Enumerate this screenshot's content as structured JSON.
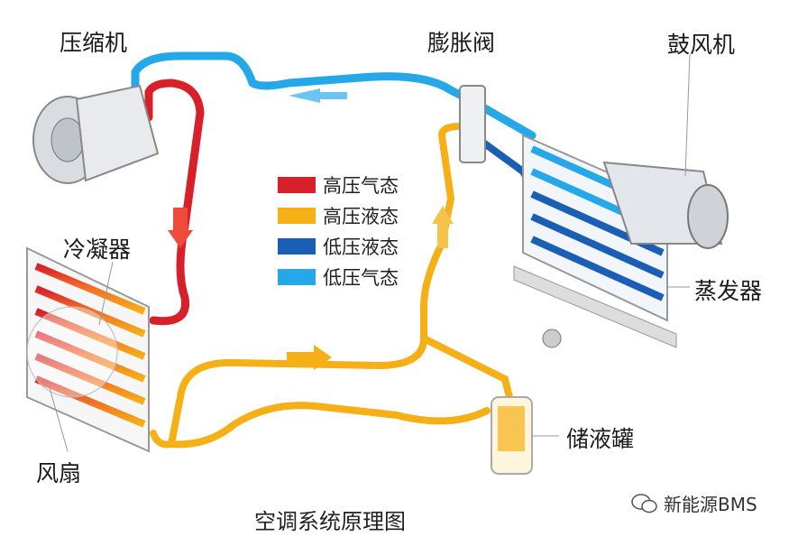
{
  "labels": {
    "compressor": "压缩机",
    "expansion_valve": "膨胀阀",
    "blower": "鼓风机",
    "condenser": "冷凝器",
    "evaporator": "蒸发器",
    "receiver": "储液罐",
    "fan": "风扇"
  },
  "legend": [
    {
      "label": "高压气态",
      "color": "#d7202a"
    },
    {
      "label": "高压液态",
      "color": "#f5b017"
    },
    {
      "label": "低压液态",
      "color": "#1a5fb4"
    },
    {
      "label": "低压气态",
      "color": "#26a8e8"
    }
  ],
  "title": "空调系统原理图",
  "watermark": "新能源BMS"
}
